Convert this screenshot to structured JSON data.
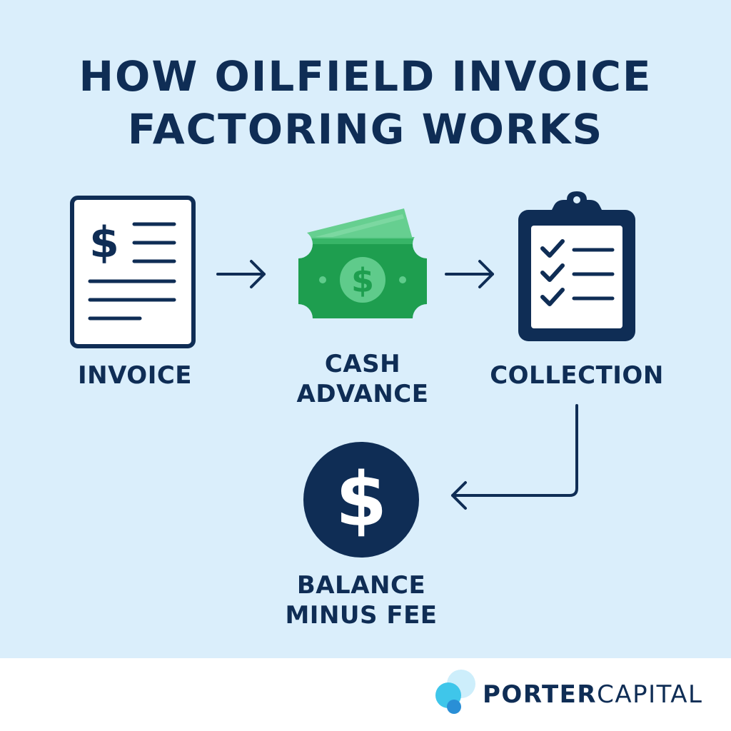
{
  "title": {
    "line1": "HOW OILFIELD INVOICE",
    "line2": "FACTORING WORKS"
  },
  "steps": [
    {
      "label": "INVOICE",
      "icon": "invoice-document-icon"
    },
    {
      "label_line1": "CASH",
      "label_line2": "ADVANCE",
      "icon": "cash-bills-icon"
    },
    {
      "label": "COLLECTION",
      "icon": "clipboard-checklist-icon"
    },
    {
      "label_line1": "BALANCE",
      "label_line2": "MINUS FEE",
      "icon": "dollar-coin-icon"
    }
  ],
  "invoice_symbol": "$",
  "cash_symbol": "$",
  "coin_symbol": "$",
  "brand": {
    "part1": "PORTER",
    "part2": "CAPITAL",
    "logo_icon": "bubbles-logo-icon"
  },
  "colors": {
    "background": "#daeefb",
    "navy": "#0f2d55",
    "green_dark": "#1e9e4f",
    "green_light": "#5fcb8b",
    "footer": "#ffffff",
    "logo_cyan": "#3fc6ea"
  }
}
